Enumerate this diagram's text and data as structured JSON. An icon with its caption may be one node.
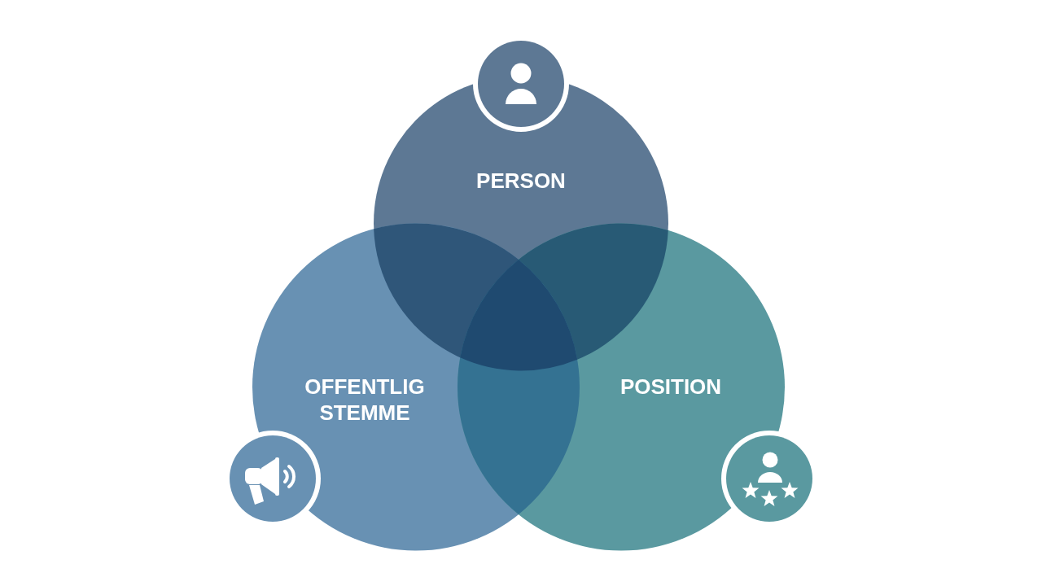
{
  "diagram": {
    "nodes": [
      {
        "text": [
          "PERSON"
        ]
      },
      {
        "text": [
          "OFFENTLIG STEMME"
        ]
      },
      {
        "text": [
          "POSITION"
        ]
      }
    ]
  }
}
